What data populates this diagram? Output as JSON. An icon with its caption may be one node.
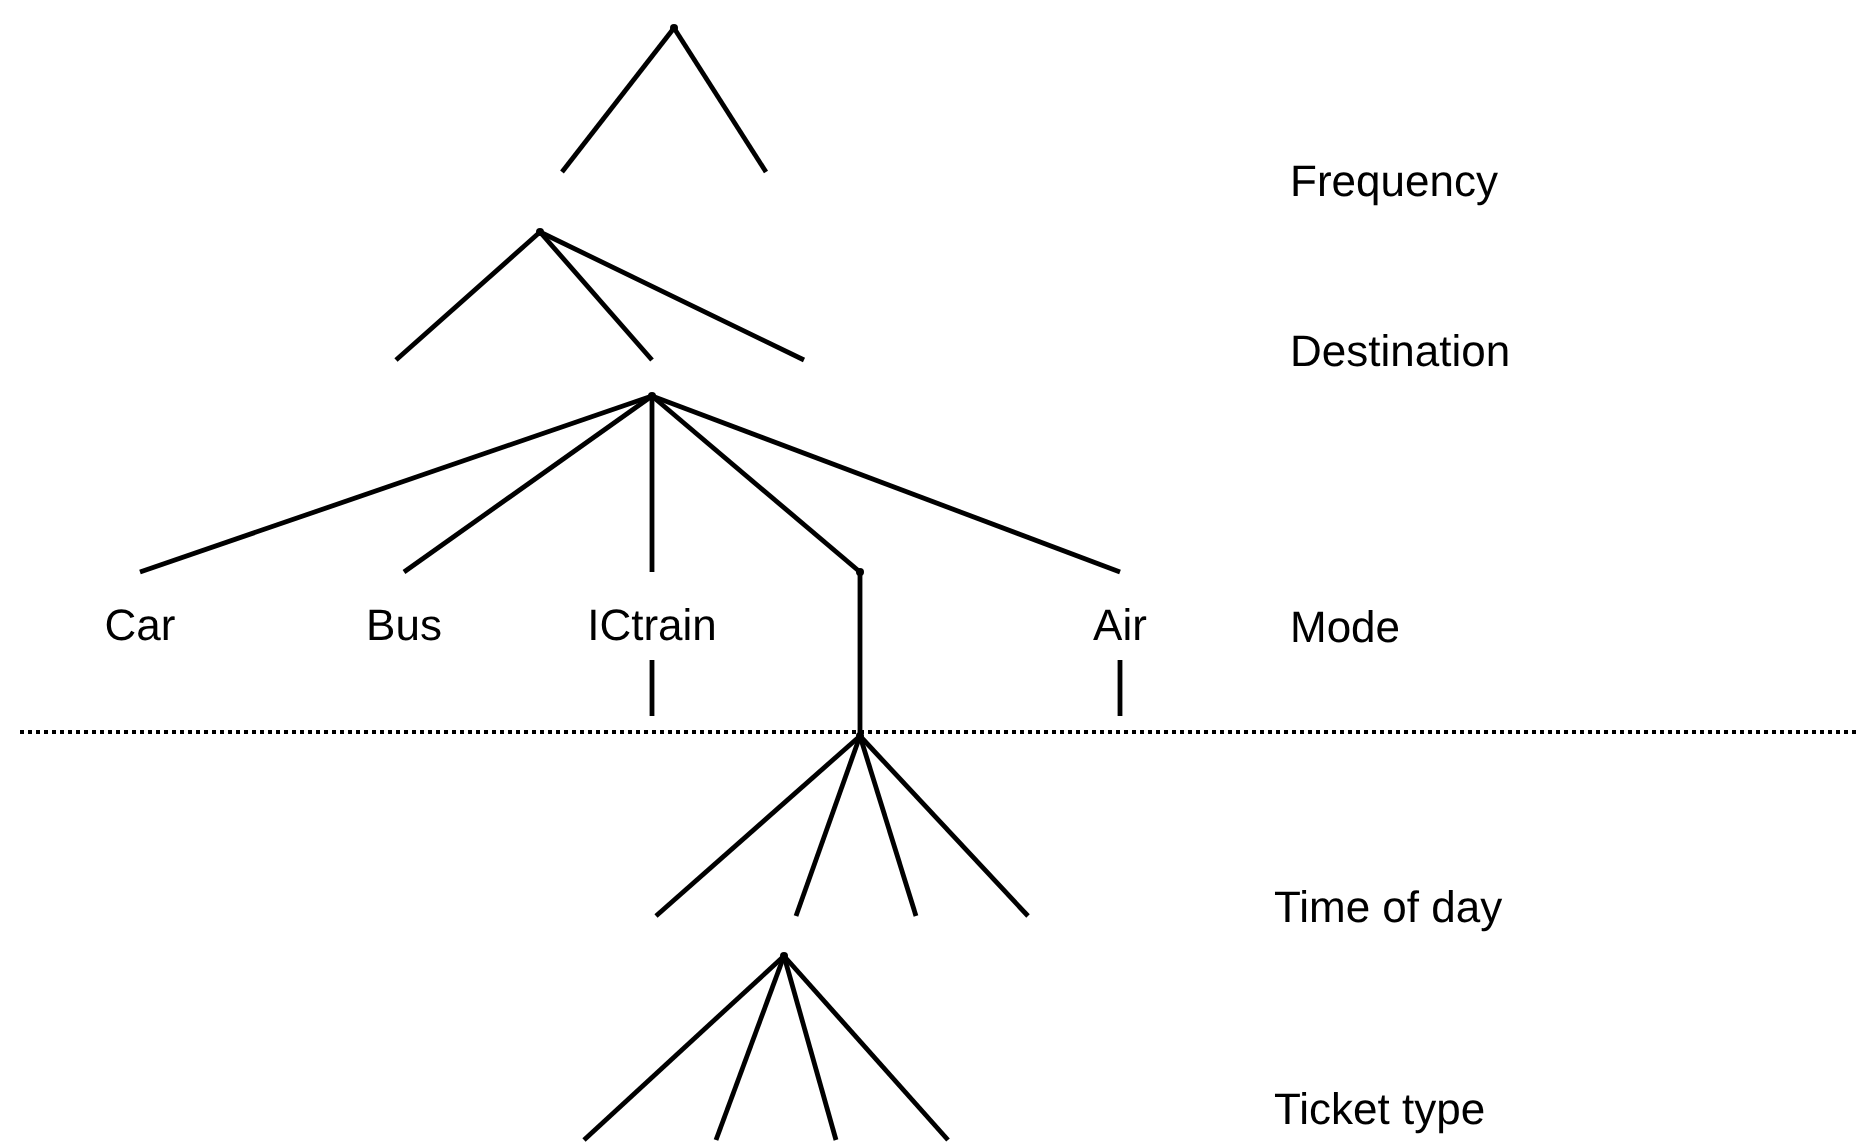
{
  "diagram": {
    "nodes": [
      {
        "text": [],
        "shape": "point"
      },
      {
        "text": [],
        "shape": "point"
      },
      {
        "text": [],
        "shape": "point"
      },
      {
        "text": [
          "Car"
        ]
      },
      {
        "text": [
          "Bus"
        ]
      },
      {
        "text": [
          "ICtrain"
        ]
      },
      {
        "text": [],
        "shape": "point"
      },
      {
        "text": [
          "Air"
        ]
      },
      {
        "text": [],
        "shape": "point"
      },
      {
        "text": [],
        "shape": "point"
      }
    ],
    "edges": [
      {
        "from": 0,
        "to": null,
        "arrow": "none"
      },
      {
        "from": 0,
        "to": null,
        "arrow": "none"
      },
      {
        "from": 1,
        "to": null,
        "arrow": "none"
      },
      {
        "from": 1,
        "to": null,
        "arrow": "none"
      },
      {
        "from": 1,
        "to": null,
        "arrow": "none"
      },
      {
        "from": 2,
        "to": 3,
        "arrow": "none"
      },
      {
        "from": 2,
        "to": 4,
        "arrow": "none"
      },
      {
        "from": 2,
        "to": 5,
        "arrow": "none"
      },
      {
        "from": 2,
        "to": 6,
        "arrow": "none"
      },
      {
        "from": 2,
        "to": 7,
        "arrow": "none"
      },
      {
        "from": 5,
        "to": null,
        "arrow": "none"
      },
      {
        "from": 6,
        "to": 8,
        "arrow": "none"
      },
      {
        "from": 7,
        "to": null,
        "arrow": "none"
      },
      {
        "from": 8,
        "to": null,
        "arrow": "none"
      },
      {
        "from": 8,
        "to": null,
        "arrow": "none"
      },
      {
        "from": 8,
        "to": null,
        "arrow": "none"
      },
      {
        "from": 8,
        "to": null,
        "arrow": "none"
      },
      {
        "from": 9,
        "to": null,
        "arrow": "none"
      },
      {
        "from": 9,
        "to": null,
        "arrow": "none"
      },
      {
        "from": 9,
        "to": null,
        "arrow": "none"
      },
      {
        "from": 9,
        "to": null,
        "arrow": "none"
      }
    ],
    "labels": [
      "Frequency",
      "Destination",
      "Mode",
      "Time of day",
      "Ticket type"
    ]
  }
}
